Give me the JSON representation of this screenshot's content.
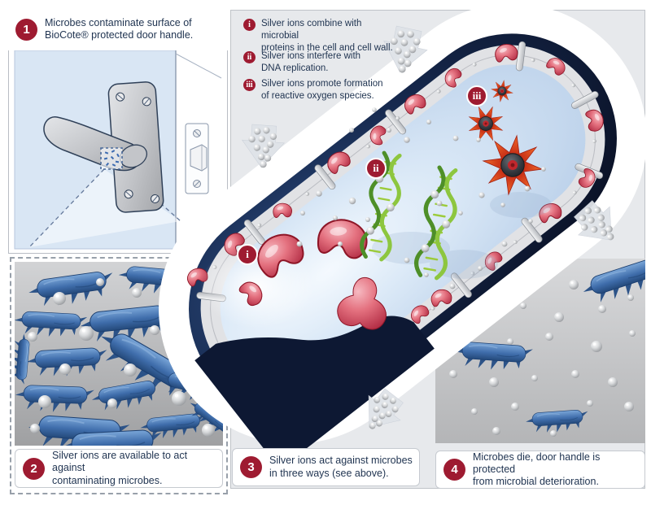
{
  "title": "BioCote silver ion antimicrobial action diagram",
  "colors": {
    "accent_red": "#9e1b31",
    "text_navy": "#1f3350",
    "panel_gray": "#e7e9ec",
    "door_blue": "#d9e6f4",
    "capsule_navy": "#0b1530",
    "dna_green": "#6aa82f",
    "ros_orange": "#e8491d",
    "bacteria_blue": "#3f6fae",
    "silver": "#b9bcc0"
  },
  "steps": {
    "step1": {
      "number": "1",
      "line1": "Microbes contaminate surface of",
      "line2": "BioCote® protected door handle."
    },
    "step2": {
      "number": "2",
      "line1": "Silver ions are available to act against",
      "line2": "contaminating microbes."
    },
    "step3": {
      "number": "3",
      "line1": "Silver ions act against microbes",
      "line2": "in three ways (see above)."
    },
    "step4": {
      "number": "4",
      "line1": "Microbes die, door handle is protected",
      "line2": "from microbial deterioration."
    }
  },
  "legend": {
    "items": [
      {
        "numeral": "i",
        "line1": "Silver ions combine with microbial",
        "line2": "proteins in the cell and cell wall."
      },
      {
        "numeral": "ii",
        "line1": "Silver ions interfere with",
        "line2": "DNA replication."
      },
      {
        "numeral": "iii",
        "line1": "Silver ions promote formation",
        "line2": "of reactive oxygen species."
      }
    ]
  },
  "cell_markers": {
    "marker1": "i",
    "marker2": "ii",
    "marker3": "iii"
  }
}
